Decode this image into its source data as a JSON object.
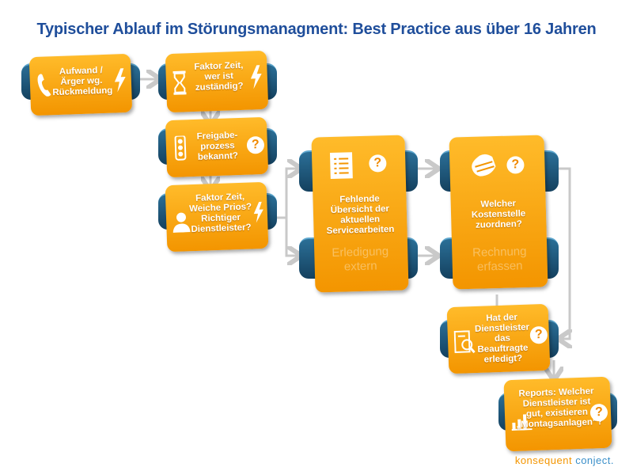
{
  "title": "Typischer Ablauf im Störungsmanagment: Best Practice aus über 16 Jahren",
  "steps": [
    {
      "text": "Aufwand / Ärger wg. Rückmeldung"
    },
    {
      "text": "Faktor Zeit, wer ist zuständig?"
    },
    {
      "text": "Freigabe-prozess bekannt?"
    },
    {
      "text": "Faktor Zeit, Weiche Prios? Richtiger Dienstleister?"
    },
    {
      "text": "Fehlende Übersicht der aktuellen Servicearbeiten"
    },
    {
      "text": "Welcher Kostenstelle zuordnen?"
    },
    {
      "text": "Hat der Dienstleister das Beauftragte erledigt?"
    },
    {
      "text": "Reports: Welcher Dienstleister ist gut, existieren „Montagsanlagen“?"
    }
  ],
  "ghost_labels": {
    "erledigung_extern": "Erledigung extern",
    "rechnung_erfassen": "Rechnung erfassen"
  },
  "icons": [
    "phone-icon",
    "lightning-icon",
    "hourglass-icon",
    "traffic-light-icon",
    "question-icon",
    "person-icon",
    "checklist-icon",
    "cash-icon",
    "invoice-icon",
    "bar-chart-icon"
  ],
  "question_mark": "?",
  "logo": {
    "word1": "konsequent",
    "word2": "conject."
  },
  "colors": {
    "title": "#1f4e9b",
    "card": "#f7a21b",
    "bar": "#1d5577",
    "arrow": "#c9c9c9"
  }
}
